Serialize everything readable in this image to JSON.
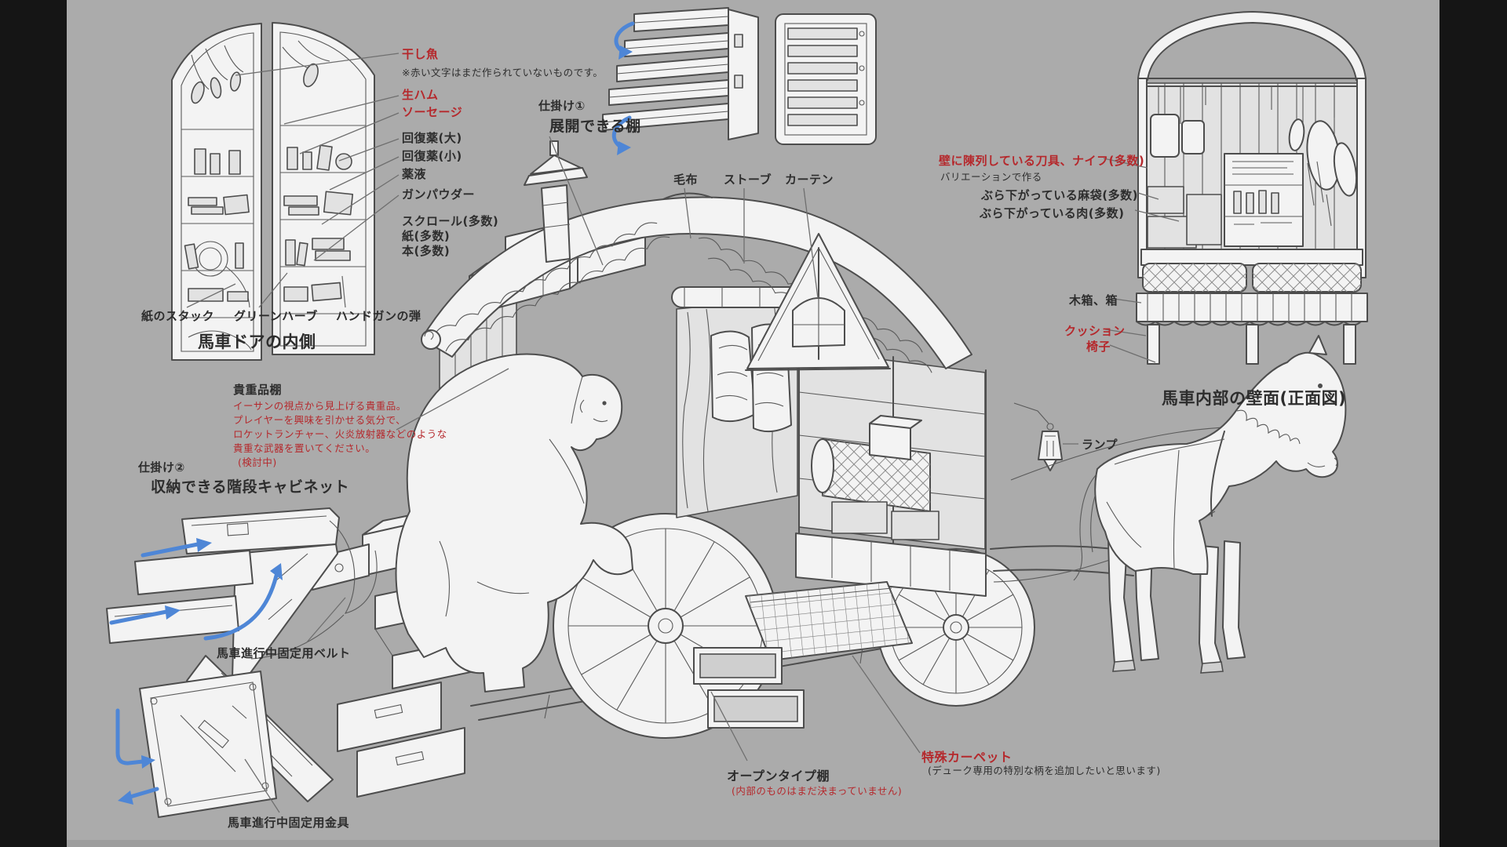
{
  "colors": {
    "background": "#ababab",
    "frame_bars": "#151515",
    "ink": "#4d4d4d",
    "red_text": "#b5282c",
    "blue_arrow": "#4e86d6"
  },
  "door_interior": {
    "title": "馬車ドアの内側",
    "note": "※赤い文字はまだ作られていないものです。",
    "labels": [
      {
        "text": "干し魚",
        "red": true
      },
      {
        "text": "生ハム",
        "red": true
      },
      {
        "text": "ソーセージ",
        "red": true
      },
      {
        "text": "回復薬(大)",
        "red": false
      },
      {
        "text": "回復薬(小)",
        "red": false
      },
      {
        "text": "薬液",
        "red": false
      },
      {
        "text": "ガンパウダー",
        "red": false
      },
      {
        "text": "スクロール(多数)",
        "red": false
      },
      {
        "text": "紙(多数)",
        "red": false
      },
      {
        "text": "本(多数)",
        "red": false
      }
    ],
    "bottom_labels": [
      {
        "text": "紙のスタック"
      },
      {
        "text": "グリーンハーブ"
      },
      {
        "text": "ハンドガンの弾"
      }
    ]
  },
  "mechanism1": {
    "tag": "仕掛け①",
    "name": "展開できる棚"
  },
  "mechanism2": {
    "tag": "仕掛け②",
    "name": "収納できる階段キャビネット"
  },
  "wagon_labels": {
    "blanket": "毛布",
    "stove": "ストーブ",
    "curtain": "カーテン",
    "lamp": "ランプ"
  },
  "wall_section": {
    "title": "馬車内部の壁面(正面図)",
    "knives": "壁に陳列している刀具、ナイフ(多数)",
    "knives_sub": "バリエーションで作る",
    "bags": "ぶら下がっている麻袋(多数)",
    "meat": "ぶら下がっている肉(多数)",
    "boxes": "木箱、箱",
    "cushion": "クッション",
    "chair": "椅子"
  },
  "valuables": {
    "title": "貴重品棚",
    "lines": [
      "イーサンの視点から見上げる貴重品。",
      "プレイヤーを興味を引かせる気分で、",
      "ロケットランチャー、火炎放射器などのような",
      "貴重な武器を置いてください。",
      "(検討中)"
    ]
  },
  "straps": {
    "belt": "馬車進行中固定用ベルト",
    "bracket": "馬車進行中固定用金具"
  },
  "open_shelf": {
    "title": "オープンタイプ棚",
    "note": "(内部のものはまだ決まっていません)"
  },
  "carpet": {
    "title": "特殊カーペット",
    "note": "(デューク専用の特別な柄を追加したいと思います)"
  }
}
